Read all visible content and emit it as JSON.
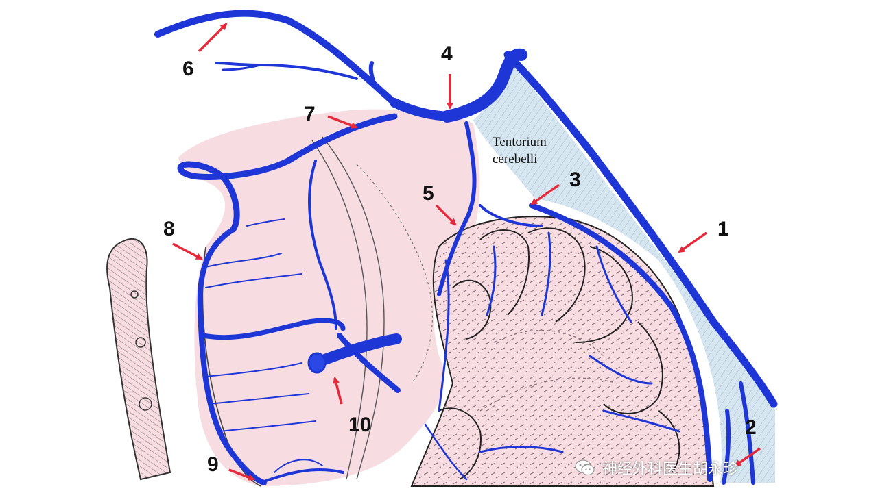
{
  "colors": {
    "vein": "#1f36d6",
    "tissue": "#f7dde2",
    "tentorium": "#d6e6f1",
    "arrow": "#e5293a",
    "label": "#111111"
  },
  "labels": {
    "n1": "1",
    "n2": "2",
    "n3": "3",
    "n4": "4",
    "n5": "5",
    "n6": "6",
    "n7": "7",
    "n8": "8",
    "n9": "9",
    "n10": "10"
  },
  "tentorium_label": {
    "line1": "Tentorium",
    "line2": "cerebelli"
  },
  "watermark": {
    "icon": "wechat-icon",
    "text": "神经外科医生胡永珍"
  }
}
